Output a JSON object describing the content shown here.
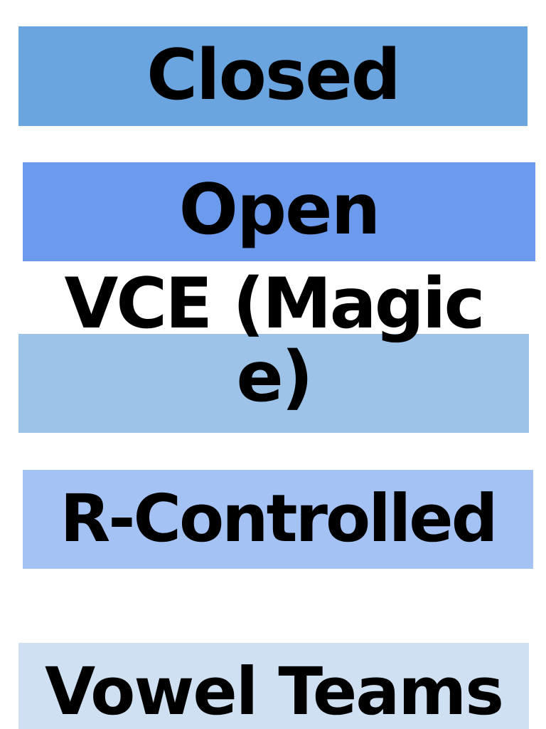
{
  "slide": {
    "background_color": "#ffffff",
    "text_color": "#000000"
  },
  "bands": [
    {
      "id": "closed",
      "label": "Closed",
      "color": "#6BA5DF",
      "order": 1
    },
    {
      "id": "open",
      "label": "Open",
      "color": "#6C9BEE",
      "order": 2
    },
    {
      "id": "vce",
      "label": "VCE (Magic\ne)",
      "color": "#9DC4E8",
      "order": 3
    },
    {
      "id": "rcontrolled",
      "label": "R-Controlled",
      "color": "#A5C2F4",
      "order": 4
    },
    {
      "id": "vowelteams",
      "label": "Vowel Teams",
      "color": "#CFE0F2",
      "order": 5
    }
  ]
}
